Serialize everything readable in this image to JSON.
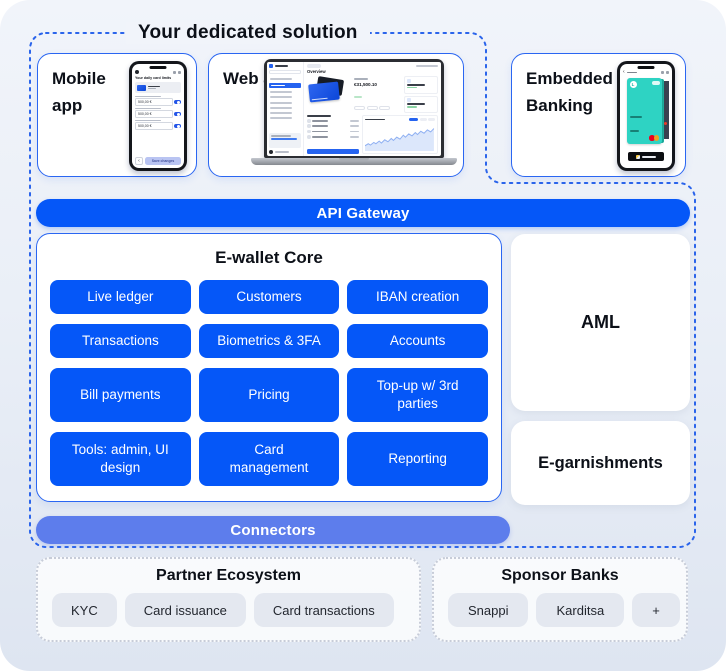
{
  "colors": {
    "primary_blue": "#0557F8",
    "border_blue": "#2A66F2",
    "dash_blue": "#2A64EB",
    "connector_blue": "#5D7DEC",
    "teal_card": "#2ED3C3",
    "pill_gray": "#E4E8F0",
    "text_dark": "#0C1018"
  },
  "header": {
    "title": "Your dedicated solution"
  },
  "solution_cards": {
    "mobile": {
      "label": "Mobile app"
    },
    "web": {
      "label": "Web app"
    },
    "embedded": {
      "label": "Embedded Banking"
    }
  },
  "api_gateway": {
    "label": "API Gateway"
  },
  "ewallet_core": {
    "title": "E-wallet Core",
    "modules": [
      "Live ledger",
      "Customers",
      "IBAN creation",
      "Transactions",
      "Biometrics & 3FA",
      "Accounts",
      "Bill payments",
      "Pricing",
      "Top-up w/ 3rd parties",
      "Tools: admin, UI design",
      "Card management",
      "Reporting"
    ]
  },
  "compliance": {
    "aml": "AML",
    "egarnishments": "E-garnishments"
  },
  "connectors": {
    "label": "Connectors"
  },
  "partner_ecosystem": {
    "title": "Partner Ecosystem",
    "partners": [
      "KYC",
      "Card issuance",
      "Card transactions"
    ]
  },
  "sponsor_banks": {
    "title": "Sponsor Banks",
    "banks": [
      "Snappi",
      "Karditsa",
      "+"
    ]
  },
  "mockups": {
    "mobile": {
      "screen_title": "Your daily card limits",
      "limit_values": [
        "500,00 €",
        "500,00 €",
        "500,00 €"
      ],
      "back_button": "‹",
      "save_button": "Save changes"
    },
    "web": {
      "page_title": "Overview",
      "balance": "€31,500.10"
    },
    "embedded": {
      "card_initial": "L",
      "back_button": "‹"
    }
  }
}
